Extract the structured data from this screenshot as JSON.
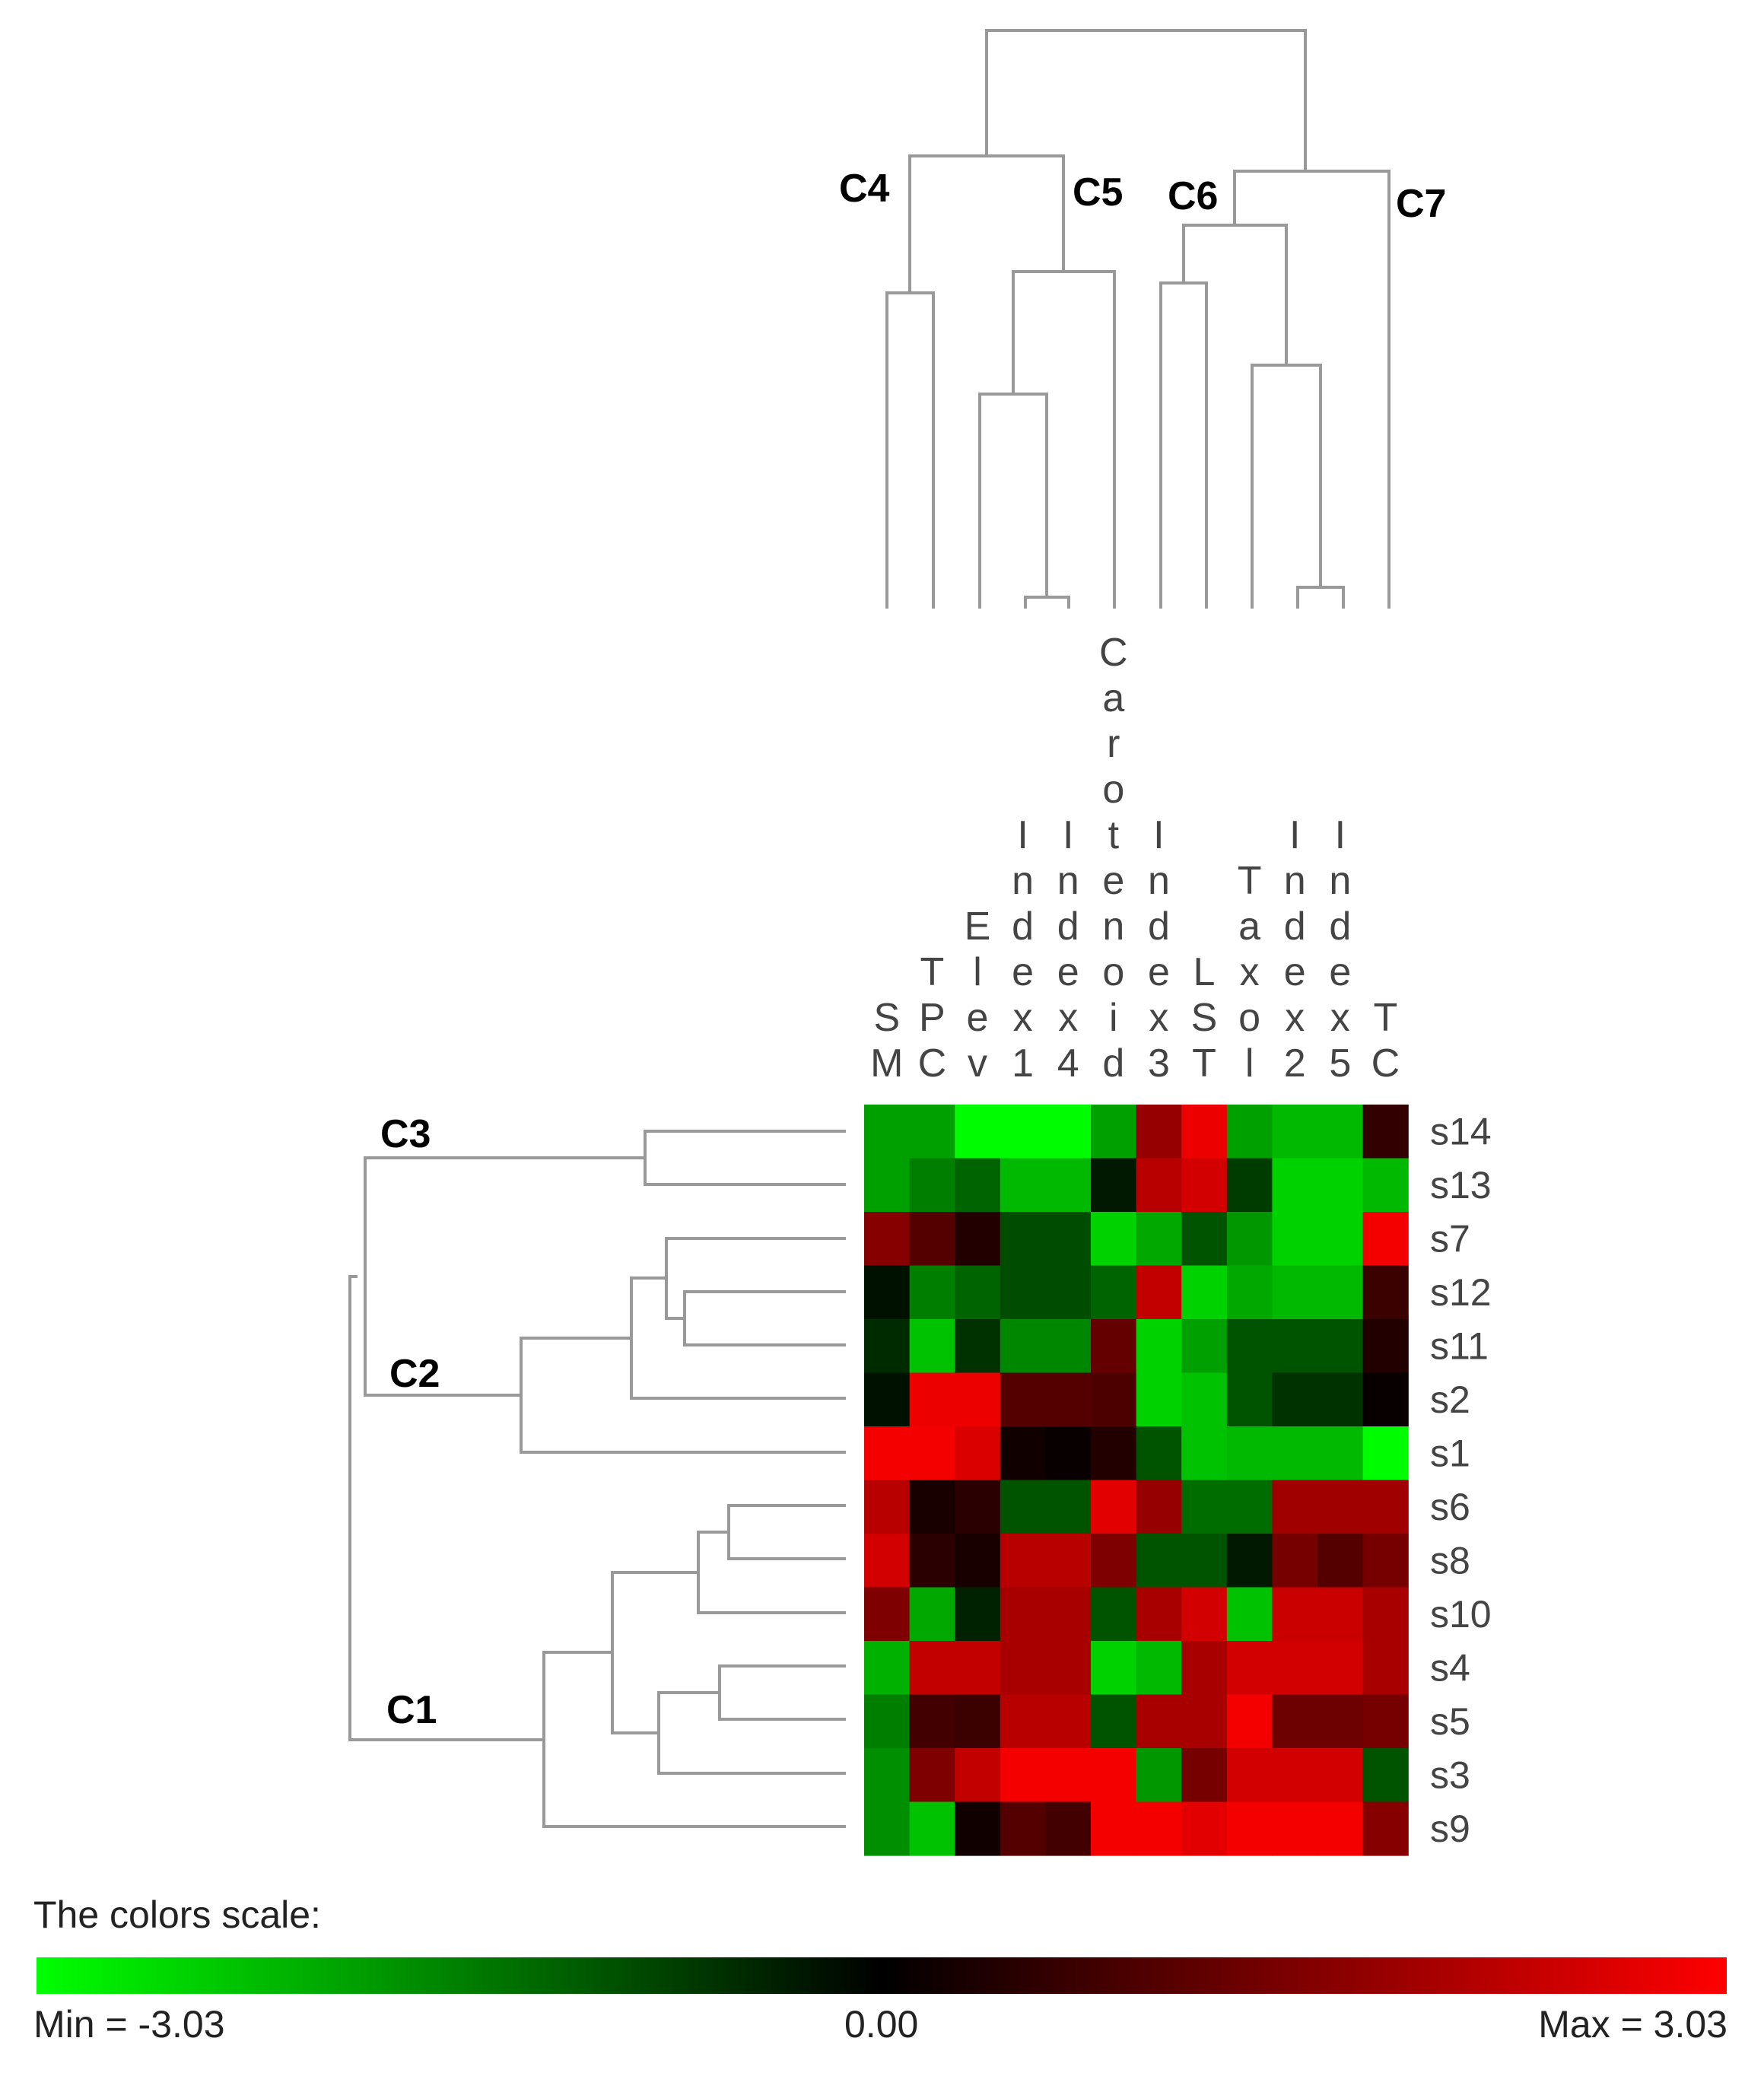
{
  "chart_data": {
    "type": "heatmap",
    "columns": [
      "SM",
      "TPC",
      "Elev",
      "Index1",
      "Index4",
      "Carotenoid",
      "Index3",
      "LST",
      "Taxol",
      "Index2",
      "Index5",
      "TC"
    ],
    "rows": [
      "s14",
      "s13",
      "s7",
      "s12",
      "s11",
      "s2",
      "s1",
      "s6",
      "s8",
      "s10",
      "s4",
      "s5",
      "s3",
      "s9"
    ],
    "values": [
      [
        -1.9,
        -1.9,
        -3.0,
        -3.0,
        -3.0,
        -1.9,
        1.8,
        2.8,
        -1.9,
        -2.2,
        -2.2,
        0.6
      ],
      [
        -1.9,
        -1.5,
        -1.2,
        -2.2,
        -2.2,
        -0.3,
        2.2,
        2.5,
        -0.7,
        -2.5,
        -2.5,
        -2.2
      ],
      [
        1.6,
        1.0,
        0.4,
        -0.9,
        -0.9,
        -2.5,
        -2.0,
        -1.0,
        -1.8,
        -2.5,
        -2.5,
        2.9
      ],
      [
        -0.2,
        -1.5,
        -1.2,
        -0.9,
        -0.9,
        -1.2,
        2.3,
        -2.5,
        -2.0,
        -2.2,
        -2.2,
        0.7
      ],
      [
        -0.5,
        -2.3,
        -0.6,
        -1.6,
        -1.6,
        1.2,
        -2.5,
        -1.9,
        -1.0,
        -1.0,
        -1.0,
        0.4
      ],
      [
        -0.2,
        2.8,
        2.8,
        1.0,
        1.0,
        0.9,
        -2.5,
        -2.3,
        -1.0,
        -0.6,
        -0.6,
        0.1
      ],
      [
        2.9,
        2.9,
        2.6,
        0.2,
        0.1,
        0.4,
        -1.0,
        -2.3,
        -2.2,
        -2.2,
        -2.2,
        -3.0
      ],
      [
        2.2,
        0.3,
        0.5,
        -1.0,
        -1.0,
        2.7,
        1.8,
        -1.3,
        -1.3,
        1.9,
        1.9,
        1.9
      ],
      [
        2.5,
        0.5,
        0.3,
        2.2,
        2.2,
        1.5,
        -1.0,
        -1.0,
        -0.3,
        1.4,
        1.0,
        1.4
      ],
      [
        1.5,
        -2.0,
        -0.4,
        2.0,
        2.0,
        -1.0,
        2.0,
        2.5,
        -2.3,
        2.4,
        2.4,
        2.0
      ],
      [
        -2.1,
        2.3,
        2.3,
        2.0,
        2.0,
        -2.5,
        -2.2,
        2.0,
        2.5,
        2.5,
        2.5,
        2.0
      ],
      [
        -1.5,
        0.8,
        0.7,
        2.2,
        2.2,
        -1.0,
        2.0,
        2.0,
        2.9,
        1.3,
        1.3,
        1.4
      ],
      [
        -1.7,
        1.5,
        2.3,
        2.9,
        2.9,
        2.9,
        -1.8,
        1.4,
        2.5,
        2.5,
        2.5,
        -1.0
      ],
      [
        -1.7,
        -2.3,
        0.2,
        1.0,
        0.8,
        2.9,
        2.9,
        2.7,
        2.9,
        2.9,
        2.9,
        1.6
      ]
    ],
    "column_clusters": [
      "C4",
      "C5",
      "C6",
      "C7"
    ],
    "row_clusters": [
      "C3",
      "C2",
      "C1"
    ],
    "scale": {
      "title": "The colors scale:",
      "min_label": "Min = -3.03",
      "mid_label": "0.00",
      "max_label": "Max = 3.03",
      "min": -3.03,
      "mid": 0.0,
      "max": 3.03,
      "colors": [
        "#00ff00",
        "#000000",
        "#ff0000"
      ]
    }
  }
}
